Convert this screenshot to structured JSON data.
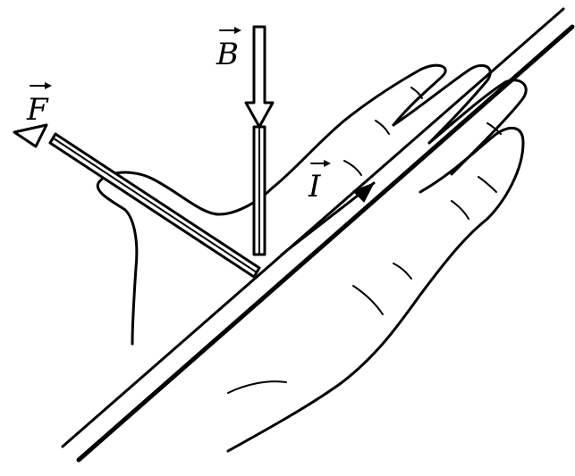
{
  "labels": {
    "magnetic_field": "B",
    "force": "F",
    "current": "I"
  },
  "colors": {
    "ink": "#000000",
    "background": "#ffffff"
  }
}
